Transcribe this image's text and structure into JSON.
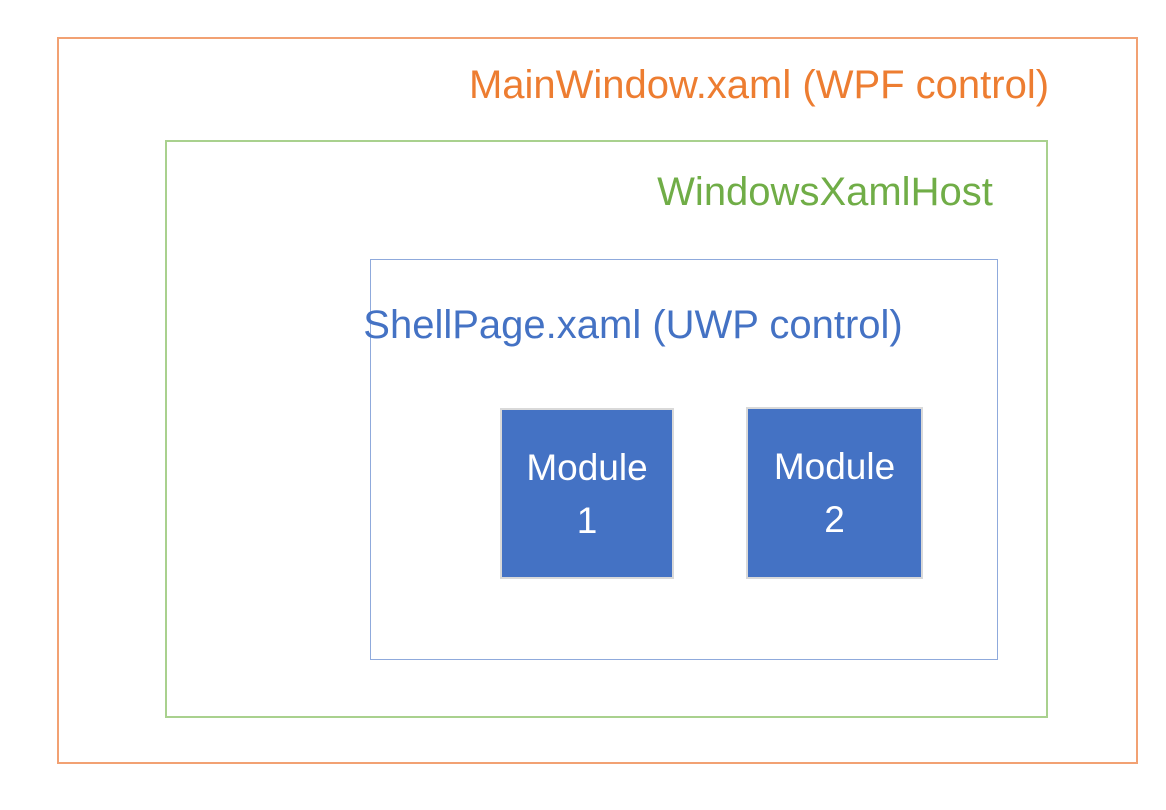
{
  "diagram": {
    "outer_box": {
      "label": "MainWindow.xaml (WPF control)",
      "text_color": "#ED7D31",
      "border_color": "#F2A173"
    },
    "middle_box": {
      "label": "WindowsXamlHost",
      "text_color": "#70AD47",
      "border_color": "#A9D18E"
    },
    "inner_box": {
      "label": "ShellPage.xaml (UWP control)",
      "text_color": "#4472C4",
      "border_color": "#8FAADC"
    },
    "modules": {
      "fill_color": "#4472C4",
      "border_color": "#D9D9D9",
      "text_color": "#FFFFFF",
      "items": [
        {
          "lines": [
            "Module",
            "1"
          ]
        },
        {
          "lines": [
            "Module",
            "2"
          ]
        }
      ]
    }
  }
}
